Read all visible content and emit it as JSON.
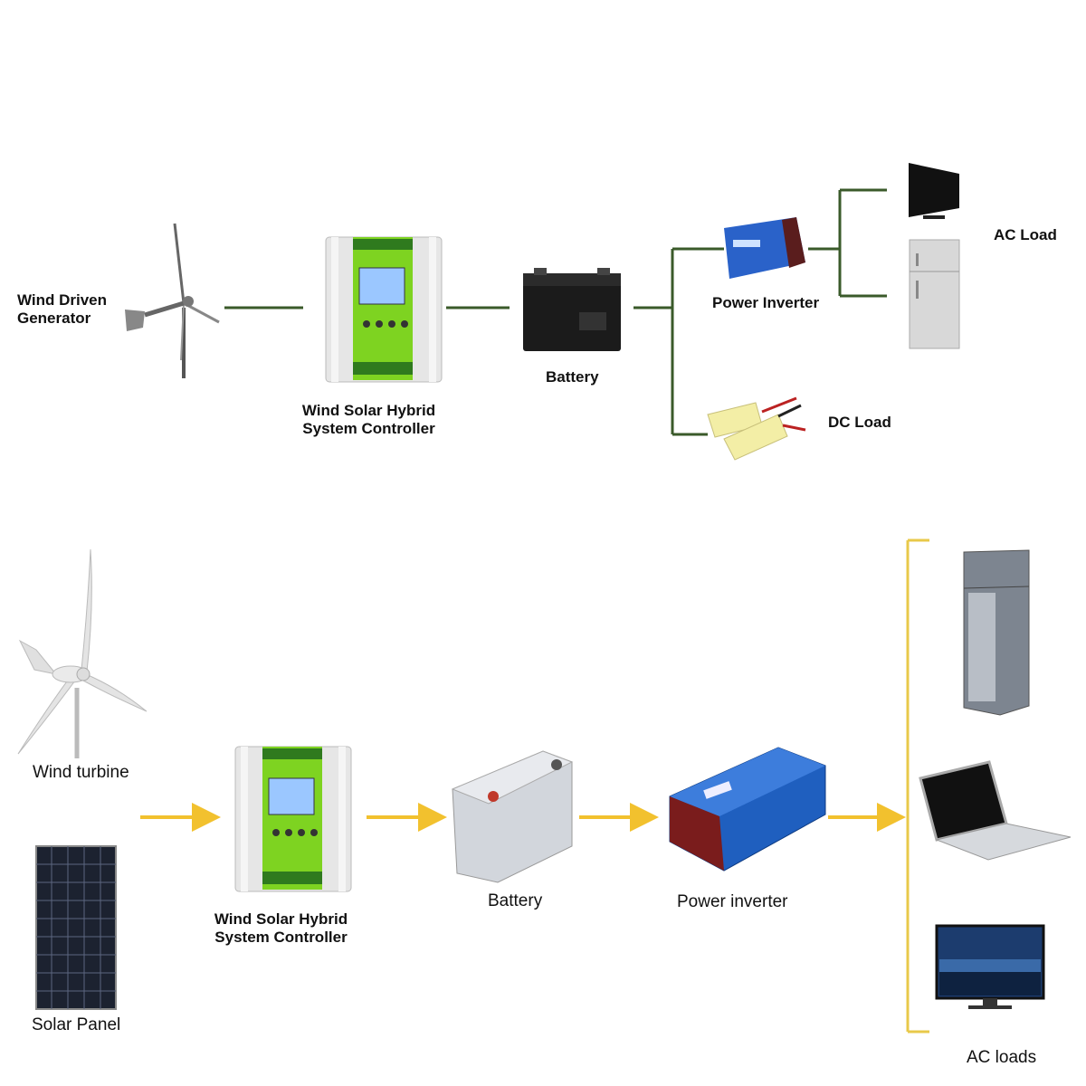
{
  "top": {
    "wind_generator": [
      "Wind Driven",
      "Generator"
    ],
    "controller": [
      "Wind Solar Hybrid",
      "System Controller"
    ],
    "battery": "Battery",
    "inverter": "Power Inverter",
    "ac_load": "AC Load",
    "dc_load": "DC Load"
  },
  "bottom": {
    "wind_turbine": "Wind turbine",
    "solar_panel": "Solar Panel",
    "controller": [
      "Wind Solar Hybrid",
      "System Controller"
    ],
    "battery": "Battery",
    "inverter": "Power inverter",
    "ac_loads": "AC loads"
  },
  "colors": {
    "top_line": "#3a5a2a",
    "arrow": "#f2c12e",
    "controller_green": "#7ed321",
    "inverter_blue": "#1f5fbf"
  }
}
